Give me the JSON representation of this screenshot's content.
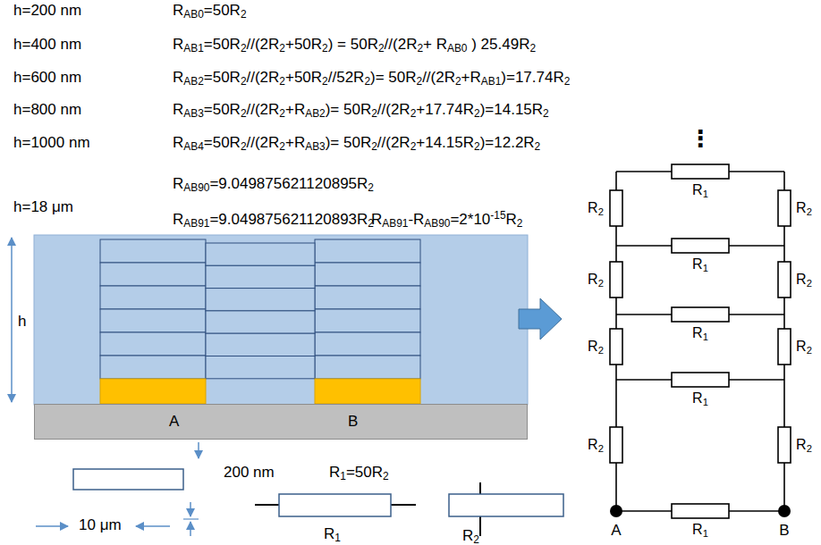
{
  "diagram": {
    "nodes": [
      {
        "text": [
          "A",
          "B"
        ]
      }
    ],
    "labels": [
      "h=200 nm",
      "RAB0=50R2",
      "h=400 nm",
      "RAB1=50R2//(2R2+50R2) = 50R2//(2R2+ RAB0 ) 25.49R2",
      "h=600 nm",
      "RAB2=50R2//(2R2+50R2//52R2)= 50R2//(2R2+RAB1)=17.74R2",
      "h=800 nm",
      "RAB3=50R2//(2R2+RAB2)= 50R2//(2R2+17.74R2)=14.15R2",
      "h=1000 nm",
      "RAB4=50R2//(2R2+RAB3)= 50R2//(2R2+14.15R2)=12.2R2",
      "RAB90=9.049875621120895R2",
      "h=18 μm",
      "RAB91=9.049875621120893R2",
      "RAB91-RAB90=2*10-15R2",
      "h",
      "200 nm",
      "10 μm",
      "R1=50R2",
      "R1",
      "R2",
      "⋮",
      "R1",
      "R2",
      "R2",
      "R1",
      "R2",
      "R2",
      "R1",
      "R2",
      "R2",
      "R1",
      "R2",
      "R2",
      "R1",
      "A",
      "B"
    ]
  }
}
